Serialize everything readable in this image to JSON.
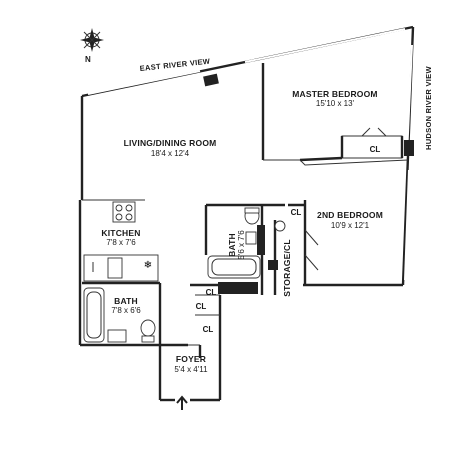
{
  "compass": {
    "north_label": "N"
  },
  "views": {
    "east": "EAST RIVER VIEW",
    "hudson": "HUDSON RIVER VIEW"
  },
  "rooms": {
    "master_bedroom": {
      "name": "MASTER BEDROOM",
      "dims": "15'10 x 13'"
    },
    "living_dining": {
      "name": "LIVING/DINING ROOM",
      "dims": "18'4 x 12'4"
    },
    "second_bedroom": {
      "name": "2ND BEDROOM",
      "dims": "10'9 x 12'1"
    },
    "kitchen": {
      "name": "KITCHEN",
      "dims": "7'8 x 7'6"
    },
    "bath_small": {
      "name": "BATH",
      "dims": "5'6 x 7'6"
    },
    "bath_main": {
      "name": "BATH",
      "dims": "7'8 x 6'6"
    },
    "storage": {
      "name": "STORAGE/CL"
    },
    "foyer": {
      "name": "FOYER",
      "dims": "5'4 x 4'11"
    }
  },
  "closets": {
    "master": "CL",
    "second_bedroom": "CL",
    "hall_1": "CL",
    "hall_2": "CL",
    "foyer": "CL"
  },
  "colors": {
    "ink": "#222222",
    "paper": "#ffffff"
  }
}
